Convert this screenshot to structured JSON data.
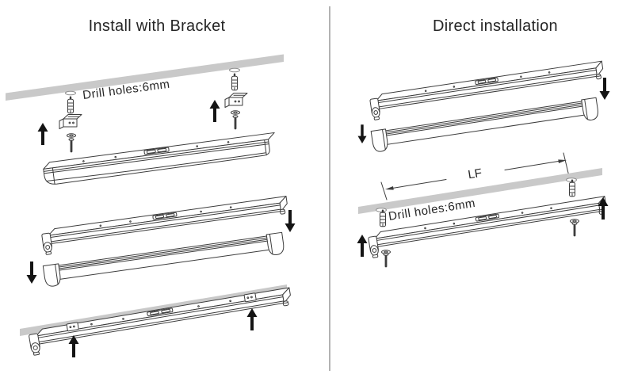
{
  "diagram": {
    "left_panel": {
      "title": "Install with Bracket",
      "drill_note": "Drill holes:6mm"
    },
    "right_panel": {
      "title": "Direct installation",
      "drill_note": "Drill holes:6mm",
      "length_label": "LF"
    },
    "colors": {
      "line": "#3c3c3c",
      "arrow": "#141414",
      "ceiling_bar": "#c9c9c9",
      "divider": "#b3b3b3",
      "text": "#262626"
    }
  }
}
